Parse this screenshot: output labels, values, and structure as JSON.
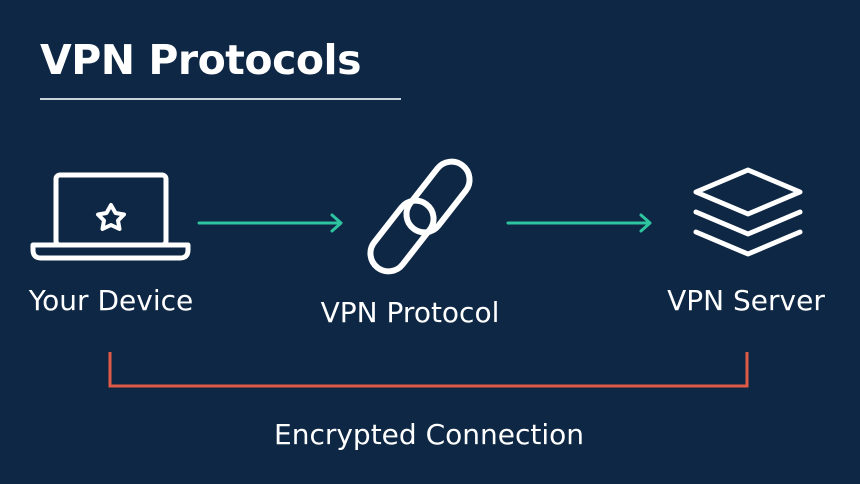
{
  "title": "VPN Protocols",
  "nodes": [
    {
      "label": "Your Device",
      "icon": "laptop-star-icon"
    },
    {
      "label": "VPN Protocol",
      "icon": "chain-link-icon"
    },
    {
      "label": "VPN Server",
      "icon": "stacked-layers-icon"
    }
  ],
  "connection": {
    "label": "Encrypted Connection"
  },
  "colors": {
    "background": "#0d2744",
    "icon": "#ffffff",
    "arrow": "#2ec4a0",
    "bracket": "#e05a45",
    "text": "#ffffff"
  }
}
